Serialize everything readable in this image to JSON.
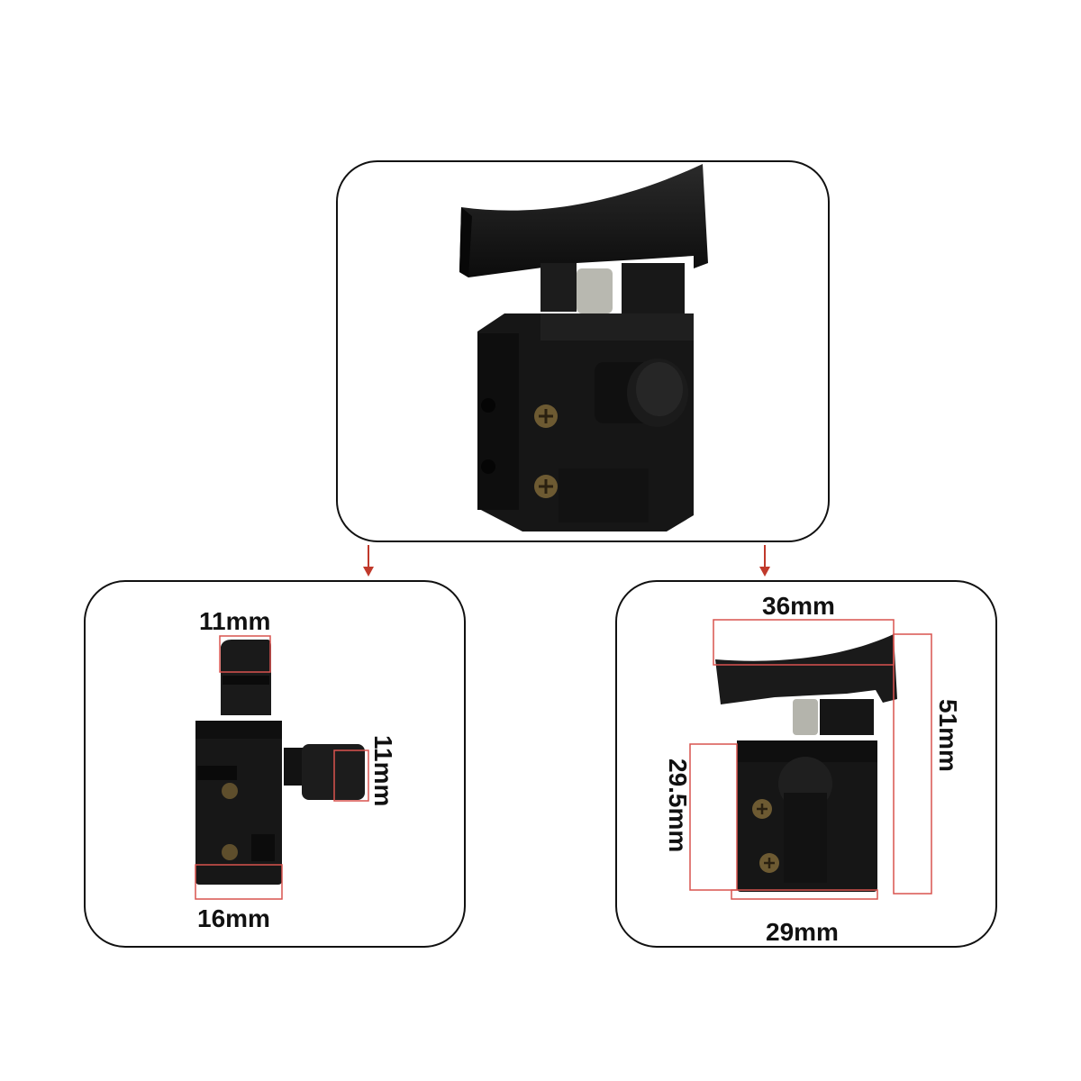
{
  "dimensions": {
    "side_view": {
      "trigger_width": "11mm",
      "button_length": "11mm",
      "body_width": "16mm"
    },
    "front_view": {
      "trigger_width": "36mm",
      "total_height": "51mm",
      "body_height": "29.5mm",
      "body_width": "29mm"
    }
  },
  "colors": {
    "product": "#151515",
    "panel_border": "#111111",
    "dimension_line": "#d9534f",
    "arrow": "#c0392b"
  }
}
